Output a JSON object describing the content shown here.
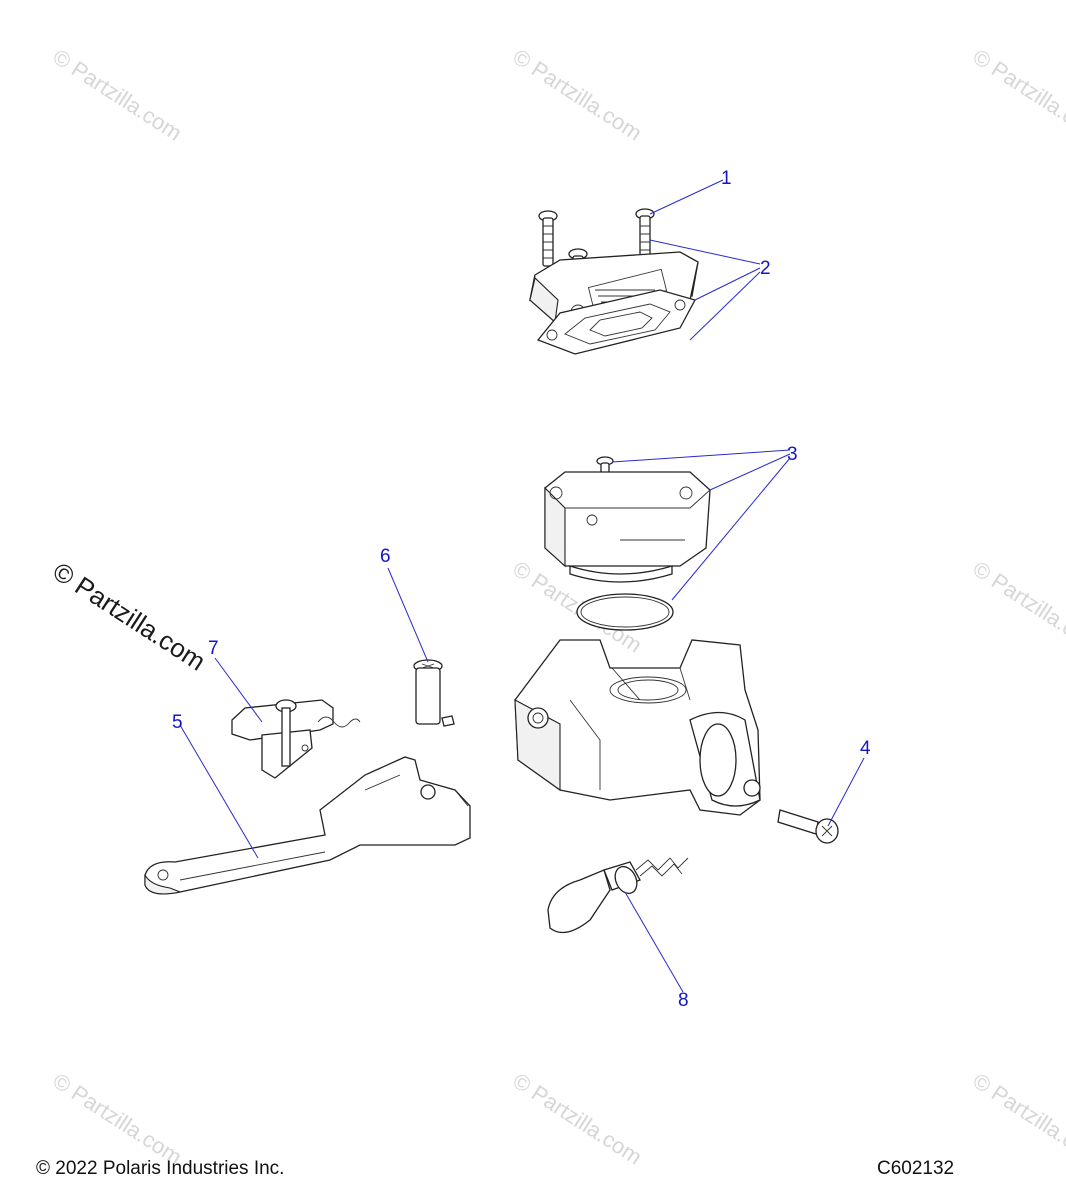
{
  "watermarks": {
    "faint": "© Partzilla.com",
    "strong": "© Partzilla.com"
  },
  "callouts": [
    {
      "label": "1"
    },
    {
      "label": "2"
    },
    {
      "label": "3"
    },
    {
      "label": "4"
    },
    {
      "label": "5"
    },
    {
      "label": "6"
    },
    {
      "label": "7"
    },
    {
      "label": "8"
    }
  ],
  "footer": {
    "copyright": "© 2022 Polaris Industries Inc.",
    "code": "C602132"
  },
  "colors": {
    "callout": "#1515c8",
    "line": "#222222",
    "watermark": "#d6d6d6"
  }
}
